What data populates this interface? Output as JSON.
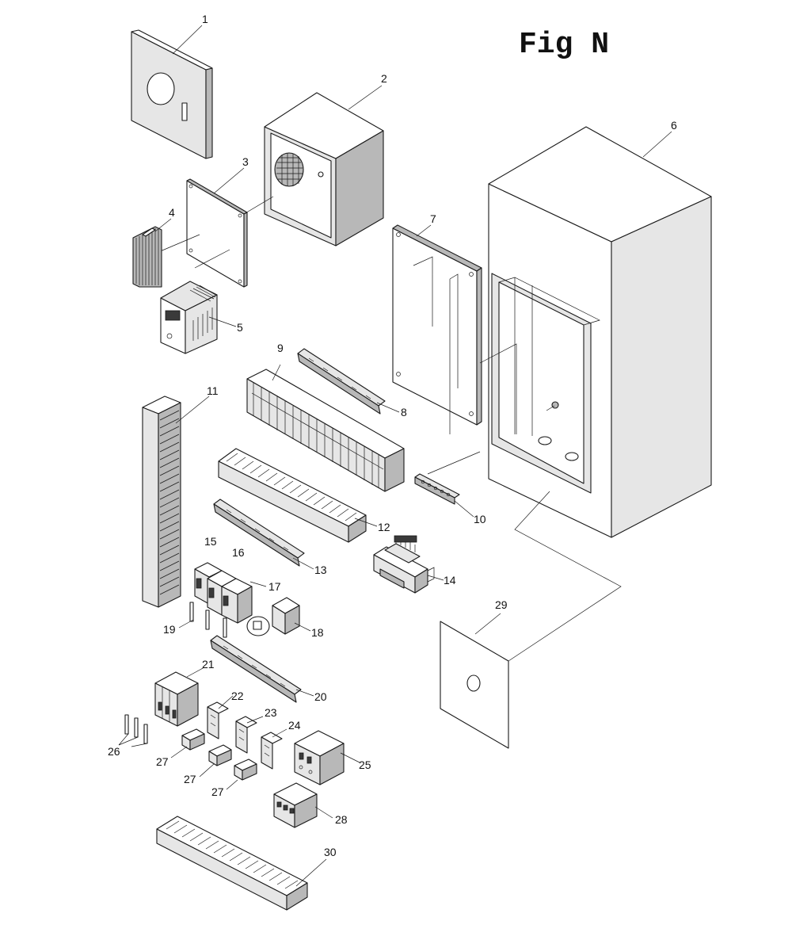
{
  "figure": {
    "title": "Fig N"
  },
  "callouts": [
    "1",
    "2",
    "3",
    "4",
    "5",
    "6",
    "7",
    "8",
    "9",
    "10",
    "11",
    "12",
    "13",
    "14",
    "15",
    "16",
    "17",
    "18",
    "19",
    "20",
    "21",
    "22",
    "23",
    "24",
    "25",
    "26",
    "27",
    "27",
    "27",
    "28",
    "29",
    "30"
  ]
}
